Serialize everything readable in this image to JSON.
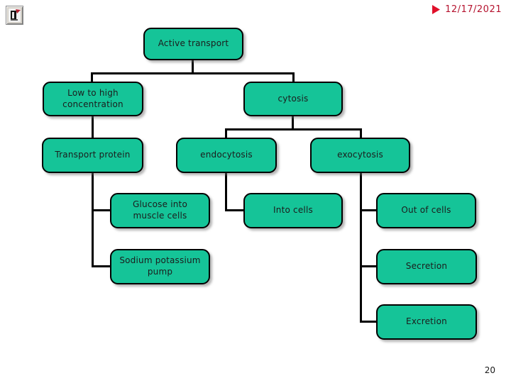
{
  "slide": {
    "date": "12/17/2021",
    "page_number": "20"
  },
  "icons": {
    "date_arrow": "play-triangle",
    "corner_marker": "slide-marker"
  },
  "colors": {
    "node_fill": "#15c498",
    "node_border": "#000000",
    "connector": "#000000",
    "date_text": "#b5122e",
    "date_arrow": "#e0102a",
    "page_number": "#1a1a1a",
    "background": "#ffffff"
  },
  "diagram": {
    "title_node": "Active transport",
    "nodes": {
      "active_transport": "Active transport",
      "low_to_high": "Low to high concentration",
      "cytosis": "cytosis",
      "transport_protein": "Transport protein",
      "endocytosis": "endocytosis",
      "exocytosis": "exocytosis",
      "glucose_muscle": "Glucose into muscle cells",
      "into_cells": "Into cells",
      "out_of_cells": "Out of cells",
      "sodium_pump": "Sodium potassium pump",
      "secretion": "Secretion",
      "excretion": "Excretion"
    }
  }
}
